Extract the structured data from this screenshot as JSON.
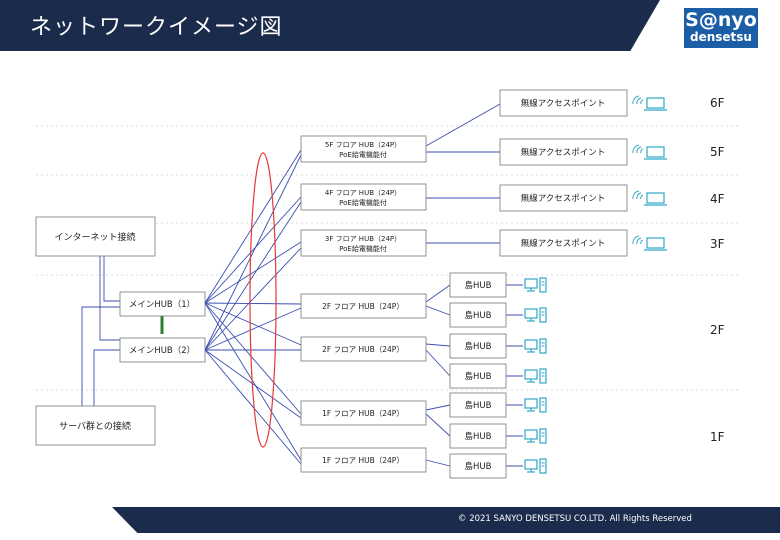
{
  "header": {
    "title": "ネットワークイメージ図"
  },
  "logo": {
    "top": "S@nyo",
    "bottom": "densetsu"
  },
  "footer": {
    "copyright": "© 2021 SANYO DENSETSU CO.LTD. All Rights Reserved"
  },
  "colors": {
    "header_bg": "#1b2b4c",
    "logo_bg": "#1c5ea6",
    "link_line": "#3b4fb0",
    "redundancy_line": "#2e7d32",
    "loop_ellipse": "#e53935",
    "icon": "#2fa6c8"
  },
  "nodes": {
    "internet": "インターネット接続",
    "server": "サーバ群との接続",
    "main_hub_1": "メインHUB（1）",
    "main_hub_2": "メインHUB（2）",
    "floor_hub_5f_l1": "5F フロア HUB（24P）",
    "floor_hub_5f_l2": "PoE給電機能付",
    "floor_hub_4f_l1": "4F フロア HUB（24P）",
    "floor_hub_4f_l2": "PoE給電機能付",
    "floor_hub_3f_l1": "3F フロア HUB（24P）",
    "floor_hub_3f_l2": "PoE給電機能付",
    "floor_hub_2f_a": "2F フロア HUB（24P）",
    "floor_hub_2f_b": "2F フロア HUB（24P）",
    "floor_hub_1f_a": "1F フロア HUB（24P）",
    "floor_hub_1f_b": "1F フロア HUB（24P）",
    "access_point": "無線アクセスポイント",
    "island_hub": "島HUB"
  },
  "floors": [
    "6F",
    "5F",
    "4F",
    "3F",
    "2F",
    "1F"
  ]
}
